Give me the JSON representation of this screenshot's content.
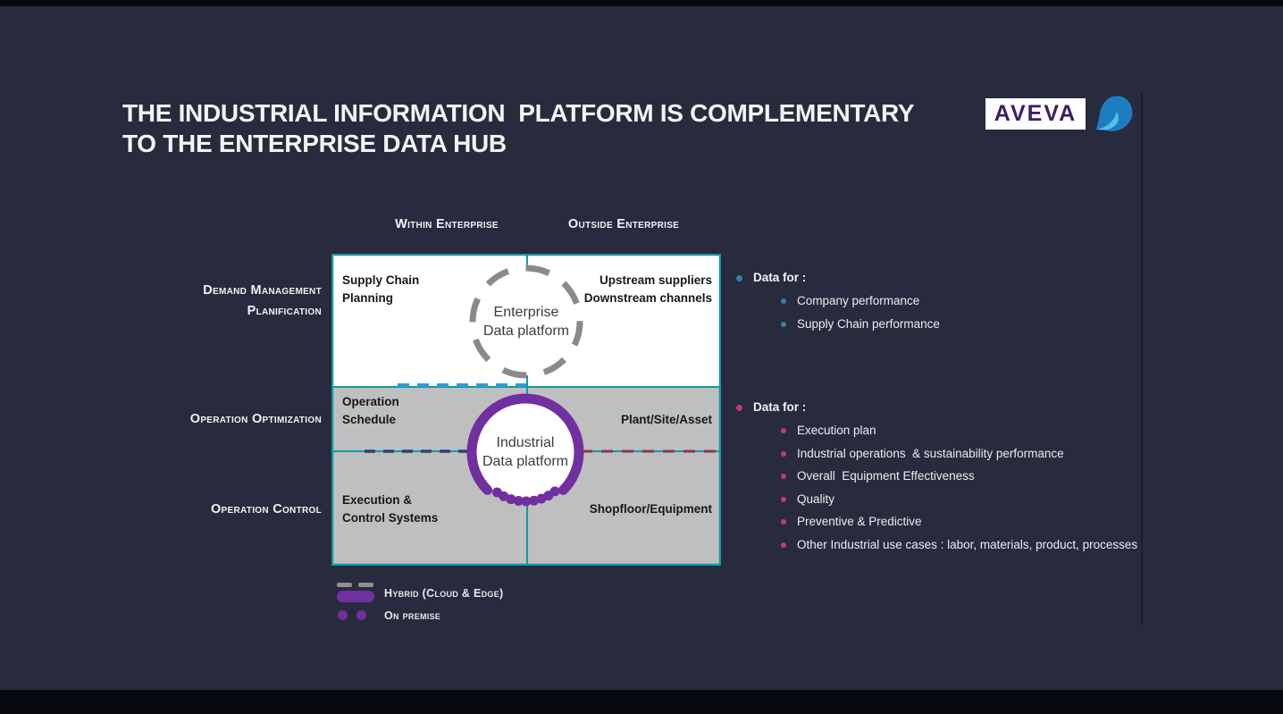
{
  "title": {
    "lines": [
      "THE INDUSTRIAL INFORMATION  PLATFORM IS COMPLEMENTARY",
      "TO THE ENTERPRISE DATA HUB"
    ]
  },
  "logo": {
    "wordmark": "AVEVA",
    "leaf_icon": "aveva-leaf-icon"
  },
  "matrix": {
    "column_headers": [
      "Within Enterprise",
      "Outside Enterprise"
    ],
    "row_labels": [
      {
        "lines": [
          "Demand Management",
          "Planification"
        ]
      },
      {
        "lines": [
          "Operation Optimization"
        ]
      },
      {
        "lines": [
          "Operation Control"
        ]
      }
    ],
    "cells": {
      "supply_chain": {
        "lines": [
          "Supply Chain",
          "Planning"
        ]
      },
      "upstream": {
        "lines": [
          "Upstream suppliers",
          "Downstream channels"
        ]
      },
      "operation_schedule": {
        "lines": [
          "Operation",
          "Schedule"
        ]
      },
      "plant": "Plant/Site/Asset",
      "execution": {
        "lines": [
          "Execution &",
          "Control Systems"
        ]
      },
      "shopfloor": "Shopfloor/Equipment"
    },
    "enterprise_platform": {
      "lines": [
        "Enterprise",
        "Data platform"
      ]
    },
    "industrial_platform": {
      "lines": [
        "Industrial",
        "Data platform"
      ]
    }
  },
  "legend": {
    "items": [
      {
        "icon": "hybrid-dash-bar-icon",
        "label": "Hybrid (Cloud & Edge)"
      },
      {
        "icon": "on-premise-dots-icon",
        "label": "On premise"
      }
    ]
  },
  "notes": [
    {
      "header": "Data for :",
      "bullet_color": "#3d7ca4",
      "items": [
        "Company performance",
        "Supply Chain performance"
      ]
    },
    {
      "header": "Data for :",
      "bullet_color": "#c43a6a",
      "items": [
        "Execution plan",
        "Industrial operations  & sustainability performance",
        "Overall  Equipment Effectiveness",
        "Quality",
        "Preventive & Predictive",
        "Other Industrial use cases : labor, materials, product, processes"
      ]
    }
  ],
  "colors": {
    "background": "#272b3d",
    "grid_border_teal": "#129aa8",
    "row_gray": "#bfbfbf",
    "enterprise_dash_gray": "#8a8a8a",
    "industrial_purple": "#7030a0",
    "enterprise_boundary_blue": "#2f9bd8",
    "industrial_boundary_navy": "#333d7d",
    "industrial_boundary_red": "#8c3552",
    "note1_bullet_blue": "#3d7ca4",
    "note2_bullet_pink": "#c43a6a",
    "logo_purple": "#3d1d63",
    "logo_blue": "#1d7dc0"
  }
}
